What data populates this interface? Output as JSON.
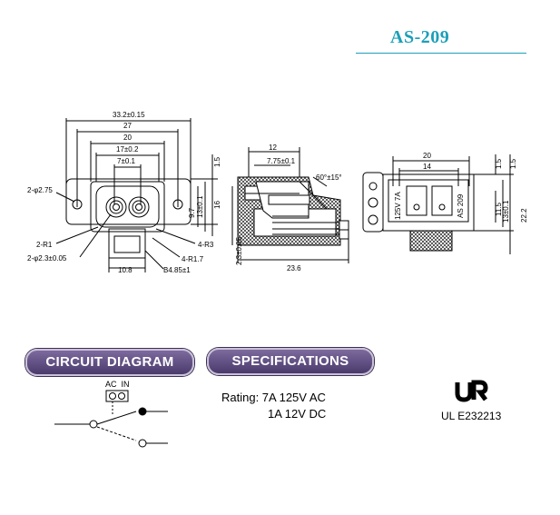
{
  "title": "AS-209",
  "sections": {
    "circuit_label": "CIRCUIT DIAGRAM",
    "spec_label": "SPECIFICATIONS"
  },
  "front_view": {
    "dims": {
      "overall_width": "33.2±0.15",
      "mount_spacing": "27",
      "body_width": "20",
      "inner_width": "17±0.2",
      "pin_spacing": "7±0.1",
      "mount_hole": "2-φ2.75",
      "radius_1": "2-R1",
      "pin_hole": "2-φ2.3±0.05",
      "base_width": "10.8",
      "radius_4": "4-R3",
      "radius_17": "4-R1.7",
      "b_dim": "B4.85±1",
      "height_97": "9.7",
      "height_13": "13±0.1",
      "height_16": "16",
      "flange_15": "1.5"
    }
  },
  "side_view": {
    "dims": {
      "top_12": "12",
      "top_775": "7.75±0.1",
      "angle": "60°±15°",
      "pin_height": "2.3±0.05",
      "depth": "23.6"
    }
  },
  "rear_view": {
    "rating_text": "125V 7A",
    "model_text": "AS 209",
    "dims": {
      "width_20": "20",
      "width_14": "14",
      "side_15a": "1.5",
      "side_15b": "1.5",
      "height_115": "11.5",
      "height_13": "13±0.1",
      "height_222": "22.2"
    }
  },
  "circuit": {
    "ac_in_label": "AC  IN"
  },
  "specifications": {
    "rating_line1": "Rating: 7A 125V AC",
    "rating_line2": "1A 12V DC"
  },
  "certification": {
    "logo": "UR",
    "ul_number": "UL E232213"
  }
}
